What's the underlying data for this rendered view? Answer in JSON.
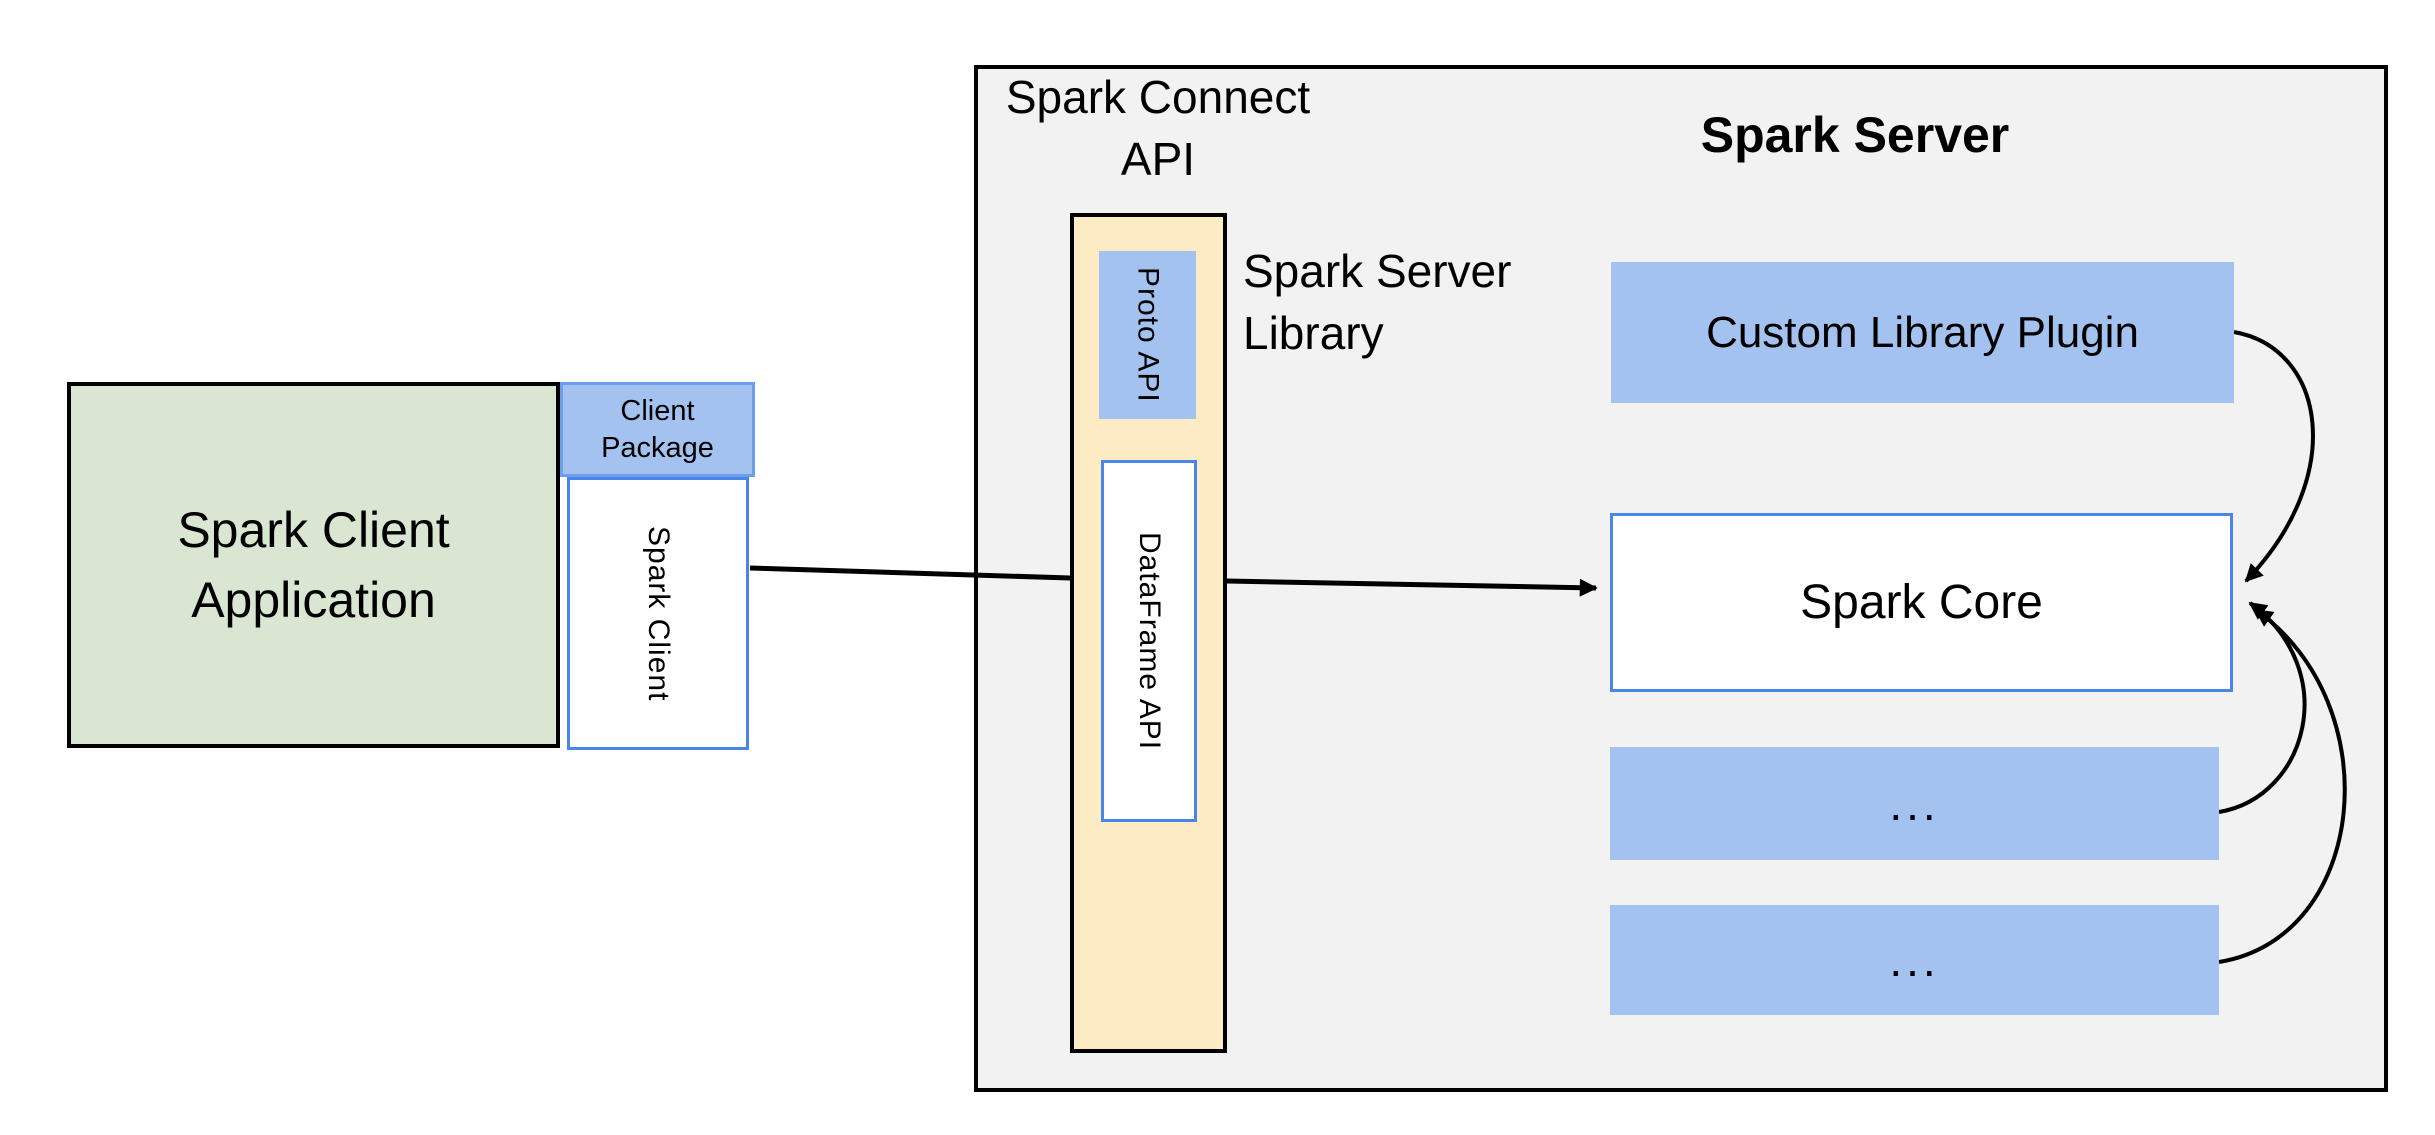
{
  "colors": {
    "container_fill": "#f2f2f2",
    "green_fill": "#d9e7d2",
    "blue_fill": "#a4c2f0",
    "blue_box_border": "#6d9eeb",
    "bright_blue_border": "#4a86e8",
    "yellow_fill": "#fdecc3",
    "line_color": "#000000"
  },
  "client": {
    "application": {
      "line1": "Spark Client",
      "line2": "Application"
    },
    "package": {
      "line1": "Client",
      "line2": "Package"
    },
    "spark_client_label": "Spark Client"
  },
  "connect": {
    "api_label": {
      "line1": "Spark Connect",
      "line2": "API"
    },
    "proto_api_label": "Proto API",
    "dataframe_api_label": "DataFrame API",
    "server_library_label": {
      "line1": "Spark Server",
      "line2": "Library"
    }
  },
  "server": {
    "title": "Spark Server",
    "plugin_label": "Custom Library Plugin",
    "core_label": "Spark Core",
    "ellipsis_1": "...",
    "ellipsis_2": "..."
  }
}
